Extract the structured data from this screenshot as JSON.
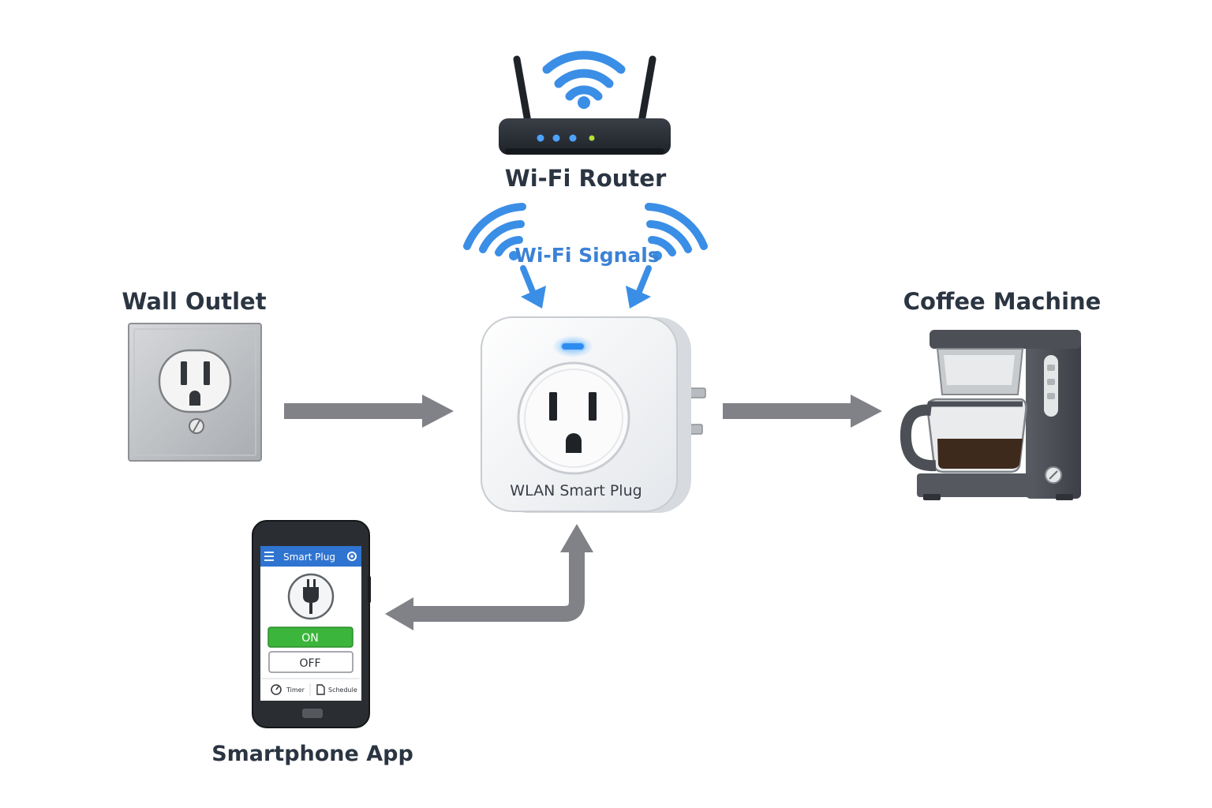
{
  "router": {
    "label": "Wi-Fi Router"
  },
  "signals": {
    "label": "Wi-Fi Signals"
  },
  "outlet": {
    "label": "Wall Outlet"
  },
  "plug": {
    "label": "WLAN Smart Plug"
  },
  "coffee": {
    "label": "Coffee Machine"
  },
  "phone": {
    "label": "Smartphone App",
    "app_title": "Smart Plug",
    "on_label": "ON",
    "off_label": "OFF",
    "timer_label": "Timer",
    "schedule_label": "Schedule"
  },
  "colors": {
    "wifi_blue": "#3b8ee6",
    "arrow_gray": "#808288",
    "label_dark": "#2b3542",
    "on_green": "#3bb53b",
    "app_header_blue": "#2f74d0"
  },
  "icons": [
    "wifi-icon",
    "router-icon",
    "outlet-icon",
    "smart-plug-icon",
    "coffee-machine-icon",
    "smartphone-icon",
    "plug-icon",
    "menu-icon",
    "settings-icon",
    "timer-icon",
    "schedule-icon"
  ]
}
